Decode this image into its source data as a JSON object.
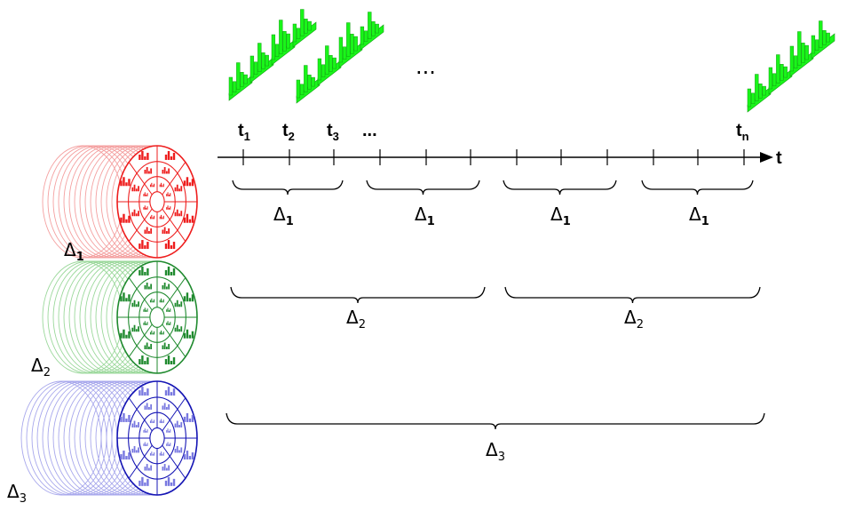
{
  "colors": {
    "green": "#19f519",
    "green_dark": "#12a012",
    "red": "#ee1d1d",
    "red_ghost": "#f4a0a0",
    "mid_green": "#1f8a2e",
    "mid_green_ghost": "#9bd89b",
    "blue": "#1414b4",
    "blue_fill": "#7878e0",
    "blue_ghost": "#a8a8ec",
    "axis": "#000000"
  },
  "timeline": {
    "axis_label": "t",
    "ellipsis": "...",
    "ticks": [
      {
        "base": "t",
        "sub": "1"
      },
      {
        "base": "t",
        "sub": "2"
      },
      {
        "base": "t",
        "sub": "3"
      },
      {
        "base": "",
        "sub": "",
        "text": "..."
      },
      {
        "base": "t",
        "sub": "n"
      }
    ]
  },
  "windows": {
    "delta1": {
      "symbol": "Δ",
      "sub": "1",
      "count": 4
    },
    "delta2": {
      "symbol": "Δ",
      "sub": "2",
      "count": 2
    },
    "delta3": {
      "symbol": "Δ",
      "sub": "3",
      "count": 1
    }
  },
  "stacks": [
    {
      "name": "delta1-stack",
      "label_symbol": "Δ",
      "label_sub": "1",
      "color_key": "red"
    },
    {
      "name": "delta2-stack",
      "label_symbol": "Δ",
      "label_sub": "2",
      "color_key": "mid_green"
    },
    {
      "name": "delta3-stack",
      "label_symbol": "Δ",
      "label_sub": "3",
      "color_key": "blue"
    }
  ],
  "top_ellipsis": "..."
}
